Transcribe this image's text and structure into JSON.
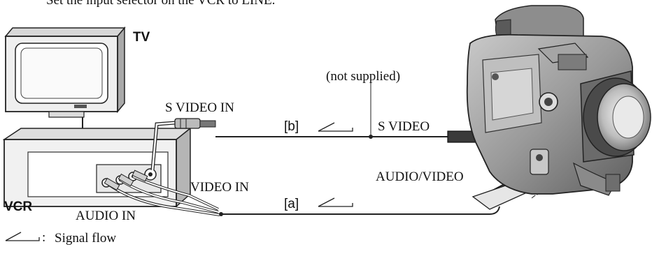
{
  "instruction": "Set the input selector on the VCR to LINE.",
  "labels": {
    "tv": "TV",
    "vcr": "VCR",
    "not_supplied": "(not supplied)",
    "s_video_in": "S VIDEO IN",
    "cable_b": "[b]",
    "s_video": "S VIDEO",
    "audio_video": "AUDIO/VIDEO",
    "video_in": "VIDEO IN",
    "cable_a": "[a]",
    "audio_in": "AUDIO IN"
  },
  "legend": {
    "separator": ":",
    "text": "Signal flow"
  },
  "icons": {
    "signal_flow": "signal-flow-arrow-icon"
  }
}
